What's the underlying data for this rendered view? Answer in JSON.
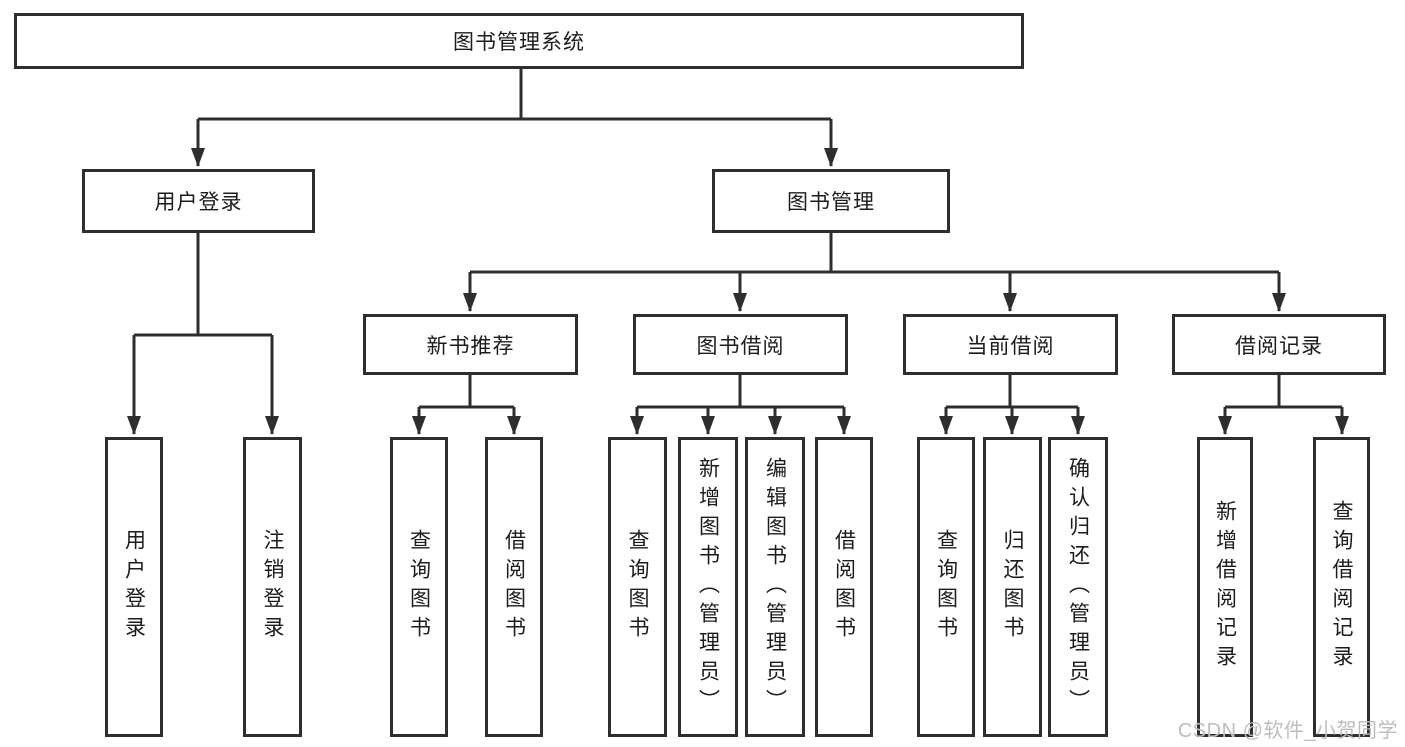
{
  "colors": {
    "line": "#2e2e2e",
    "box_background": "#ffffff",
    "text": "#1c1c1c",
    "watermark": "#bdbdbd"
  },
  "root": {
    "label": "图书管理系统"
  },
  "level2": {
    "user_login": {
      "label": "用户登录"
    },
    "book_management": {
      "label": "图书管理"
    }
  },
  "level3": {
    "new_book_recommend": {
      "label": "新书推荐"
    },
    "book_borrowing": {
      "label": "图书借阅"
    },
    "current_borrowing": {
      "label": "当前借阅"
    },
    "borrowing_records": {
      "label": "借阅记录"
    }
  },
  "leaves": {
    "user_login_leaf": {
      "label": "用户登录"
    },
    "logout": {
      "label": "注销登录"
    },
    "recommend_query_books": {
      "label": "查询图书"
    },
    "recommend_borrow_books": {
      "label": "借阅图书"
    },
    "borrowing_query_books": {
      "label": "查询图书"
    },
    "borrowing_add_books": {
      "label": "新增图书（管理员）"
    },
    "borrowing_edit_books": {
      "label": "编辑图书（管理员）"
    },
    "borrowing_borrow_books": {
      "label": "借阅图书"
    },
    "current_query_books": {
      "label": "查询图书"
    },
    "current_return_books": {
      "label": "归还图书"
    },
    "current_confirm_return": {
      "label": "确认归还（管理员）"
    },
    "records_add_record": {
      "label": "新增借阅记录"
    },
    "records_query_record": {
      "label": "查询借阅记录"
    }
  },
  "watermark": {
    "text": "CSDN @软件_小贺同学"
  }
}
